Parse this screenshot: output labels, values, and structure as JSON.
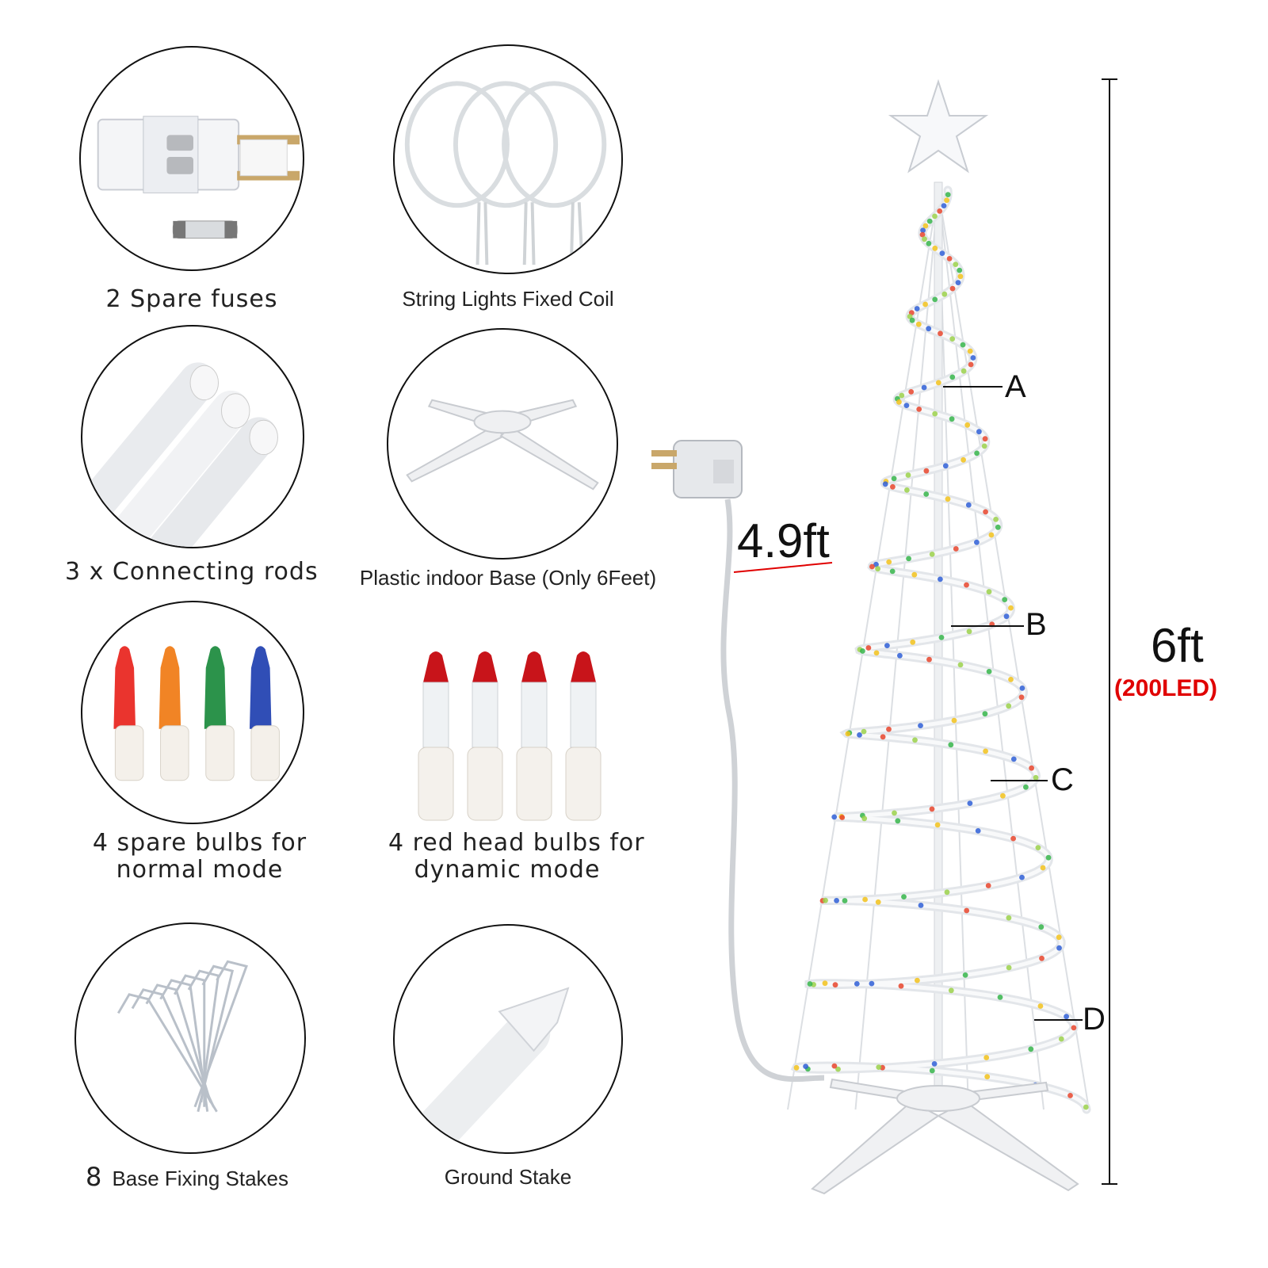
{
  "accessories": [
    {
      "id": "fuses",
      "label": "2 Spare fuses"
    },
    {
      "id": "coil",
      "label": "String Lights Fixed Coil"
    },
    {
      "id": "rods",
      "label": "3 x Connecting rods"
    },
    {
      "id": "base",
      "label": "Plastic indoor Base (Only 6Feet)"
    },
    {
      "id": "spare_bulbs",
      "label_line1": "4 spare bulbs for",
      "label_line2": "normal mode"
    },
    {
      "id": "red_bulbs",
      "label_line1": "4 red head bulbs for",
      "label_line2": "dynamic mode"
    },
    {
      "id": "stakes",
      "count": "8",
      "label": "Base Fixing Stakes"
    },
    {
      "id": "ground_stake",
      "label": "Ground Stake"
    }
  ],
  "tree": {
    "cord_length": "4.9ft",
    "height": "6ft",
    "led_count": "(200LED)",
    "markers": [
      "A",
      "B",
      "C",
      "D"
    ],
    "highlight_color": "#e00000",
    "spare_bulb_colors": [
      "#e8231c",
      "#f07a12",
      "#1a8a3c",
      "#1e3fb0"
    ]
  }
}
